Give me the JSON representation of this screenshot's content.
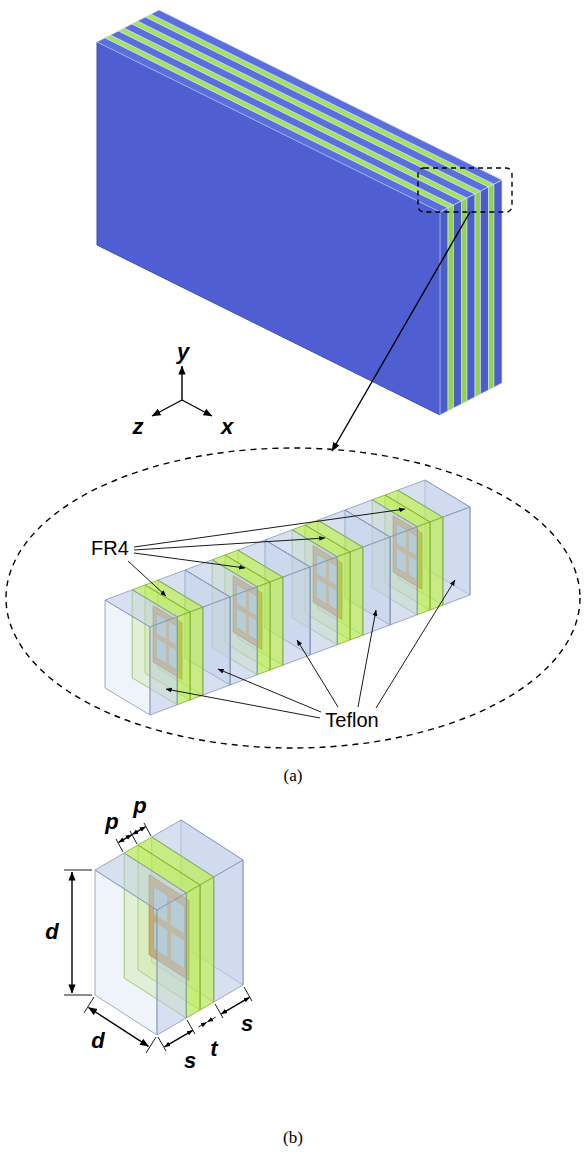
{
  "diagram": {
    "labels": [
      "y",
      "z",
      "x",
      "FR4",
      "Teflon",
      "(a)",
      "p",
      "p",
      "d",
      "d",
      "s",
      "s",
      "t",
      "(b)"
    ]
  }
}
